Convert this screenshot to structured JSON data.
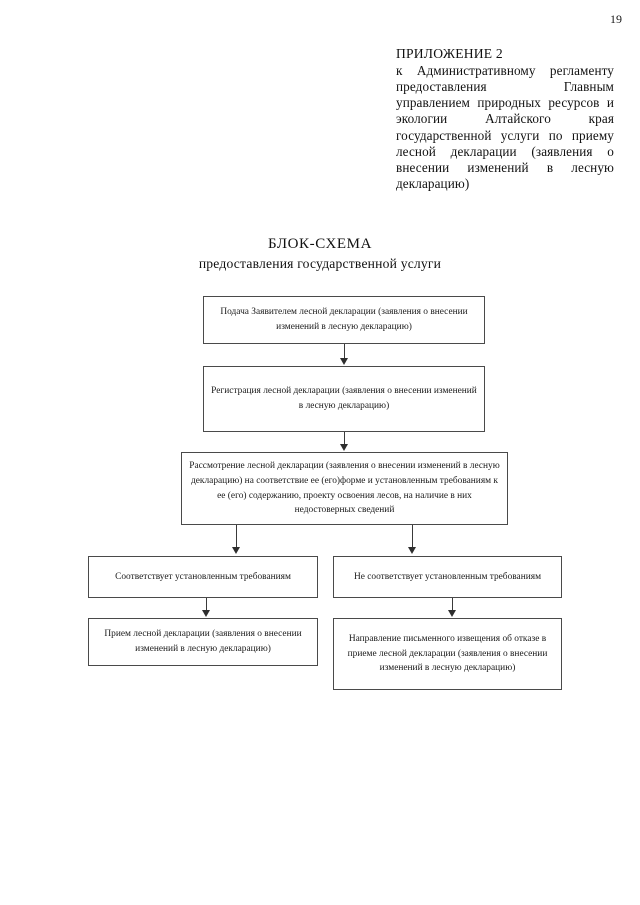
{
  "page": {
    "number": "19"
  },
  "appendix": {
    "title": "ПРИЛОЖЕНИЕ 2",
    "body": "к Административному регламенту предоставления Главным управлением природных ресурсов и экологии Алтайского края государственной услуги по приему лесной декларации (заявления о внесении изменений в лесную декларацию)"
  },
  "document": {
    "title": "БЛОК-СХЕМА",
    "subtitle": "предоставления государственной услуги"
  },
  "flowchart": {
    "type": "flowchart",
    "nodes": [
      {
        "id": "submit",
        "text": "Подача Заявителем лесной декларации (заявления о внесении изменений в лесную декларацию)"
      },
      {
        "id": "register",
        "text": "Регистрация лесной декларации (заявления о внесении изменений в лесную декларацию)"
      },
      {
        "id": "review",
        "text": "Рассмотрение лесной декларации (заявления о внесении изменений в лесную декларацию) на соответствие ее (его)форме и установленным требованиям к ее (его) содержанию, проекту освоения  лесов, на наличие в них недостоверных сведений"
      },
      {
        "id": "compliant",
        "text": "Соответствует установленным требованиям"
      },
      {
        "id": "non_compliant",
        "text": "Не соответствует установленным требованиям"
      },
      {
        "id": "accept",
        "text": "Прием лесной декларации (заявления о внесении изменений в лесную декларацию)"
      },
      {
        "id": "refusal",
        "text": "Направление письменного извещения об отказе в приеме лесной декларации (заявления о внесении изменений в лесную декларацию)"
      }
    ]
  }
}
